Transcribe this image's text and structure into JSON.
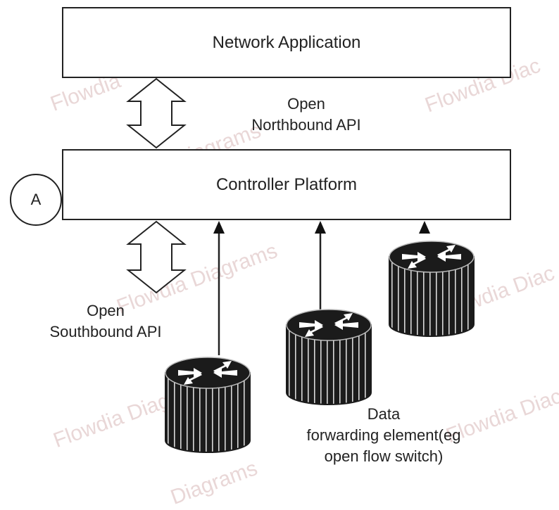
{
  "app_box": {
    "label": "Network Application"
  },
  "northbound": {
    "line1": "Open",
    "line2": "Northbound API"
  },
  "controller_box": {
    "label": "Controller Platform"
  },
  "marker": {
    "label": "A"
  },
  "southbound": {
    "line1": "Open",
    "line2": "Southbound API"
  },
  "switch_caption": {
    "line1": "Data",
    "line2": "forwarding element(eg",
    "line3": "open flow switch)"
  },
  "watermark": {
    "text": "Flowdia Diagrams",
    "text_cut": "Flowdia Diac",
    "text_short": "Flowdia",
    "text_tail": "Diagrams"
  },
  "colors": {
    "stroke": "#222222",
    "router_body": "#1b1b1b",
    "watermark": "#e9d7d7"
  }
}
